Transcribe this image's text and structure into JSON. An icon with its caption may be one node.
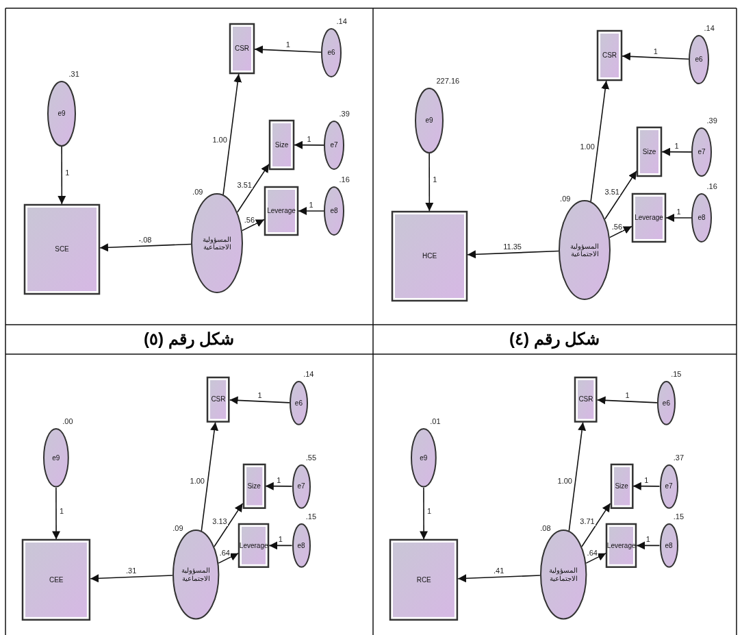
{
  "diagram": {
    "nodes": [
      {
        "text": [
          "CSR"
        ]
      },
      {
        "text": [
          "e6"
        ],
        "beside": [
          ".14"
        ]
      },
      {
        "text": [
          "e9"
        ],
        "beside": [
          "227.16"
        ]
      },
      {
        "text": [
          "Size"
        ]
      },
      {
        "text": [
          "e7"
        ],
        "beside": [
          ".39"
        ]
      },
      {
        "text": [
          "Leverage"
        ]
      },
      {
        "text": [
          "e8"
        ],
        "beside": [
          ".16"
        ]
      },
      {
        "text": [
          "HCE"
        ]
      },
      {
        "text": [
          "المسؤولية الاجتماعية"
        ],
        "beside": [
          ".09"
        ]
      },
      {
        "text": [
          "CSR"
        ]
      },
      {
        "text": [
          "e6"
        ],
        "beside": [
          ".14"
        ]
      },
      {
        "text": [
          "e9"
        ],
        "beside": [
          ".31"
        ]
      },
      {
        "text": [
          "Size"
        ]
      },
      {
        "text": [
          "e7"
        ],
        "beside": [
          ".39"
        ]
      },
      {
        "text": [
          "Leverage"
        ]
      },
      {
        "text": [
          "e8"
        ],
        "beside": [
          ".16"
        ]
      },
      {
        "text": [
          "SCE"
        ]
      },
      {
        "text": [
          "المسؤولية الاجتماعية"
        ],
        "beside": [
          ".09"
        ]
      },
      {
        "text": [
          "CSR"
        ]
      },
      {
        "text": [
          "e6"
        ],
        "beside": [
          ".15"
        ]
      },
      {
        "text": [
          "e9"
        ],
        "beside": [
          ".01"
        ]
      },
      {
        "text": [
          "Size"
        ]
      },
      {
        "text": [
          "e7"
        ],
        "beside": [
          ".37"
        ]
      },
      {
        "text": [
          "Leverage"
        ]
      },
      {
        "text": [
          "e8"
        ],
        "beside": [
          ".15"
        ]
      },
      {
        "text": [
          "RCE"
        ]
      },
      {
        "text": [
          "المسؤولية الاجتماعية"
        ],
        "beside": [
          ".08"
        ]
      },
      {
        "text": [
          "CSR"
        ]
      },
      {
        "text": [
          "e6"
        ],
        "beside": [
          ".14"
        ]
      },
      {
        "text": [
          "e9"
        ],
        "beside": [
          ".00"
        ]
      },
      {
        "text": [
          "Size"
        ]
      },
      {
        "text": [
          "e7"
        ],
        "beside": [
          ".55"
        ]
      },
      {
        "text": [
          "Leverage"
        ]
      },
      {
        "text": [
          "e8"
        ],
        "beside": [
          ".15"
        ]
      },
      {
        "text": [
          "CEE"
        ]
      },
      {
        "text": [
          "المسؤولية الاجتماعية"
        ],
        "beside": [
          ".09"
        ]
      }
    ],
    "edges": [
      {
        "from": 1,
        "to": 0,
        "arrow": "to",
        "label": "1"
      },
      {
        "from": 2,
        "to": 7,
        "arrow": "to",
        "label": "1"
      },
      {
        "from": 4,
        "to": 3,
        "arrow": "to",
        "label": "1"
      },
      {
        "from": 8,
        "to": 0,
        "arrow": "to",
        "label": "1.00"
      },
      {
        "from": 8,
        "to": 3,
        "arrow": "to",
        "label": "3.51"
      },
      {
        "from": 6,
        "to": 5,
        "arrow": "to",
        "label": "1"
      },
      {
        "from": 8,
        "to": 5,
        "arrow": "to",
        "label": ".56"
      },
      {
        "from": 8,
        "to": 7,
        "arrow": "to",
        "label": "11.35"
      },
      {
        "from": 10,
        "to": 9,
        "arrow": "to",
        "label": "1"
      },
      {
        "from": 11,
        "to": 16,
        "arrow": "to",
        "label": "1"
      },
      {
        "from": 13,
        "to": 12,
        "arrow": "to",
        "label": "1"
      },
      {
        "from": 17,
        "to": 9,
        "arrow": "to",
        "label": "1.00"
      },
      {
        "from": 17,
        "to": 12,
        "arrow": "to",
        "label": "3.51"
      },
      {
        "from": 15,
        "to": 14,
        "arrow": "to",
        "label": "1"
      },
      {
        "from": 17,
        "to": 14,
        "arrow": "to",
        "label": ".56"
      },
      {
        "from": 17,
        "to": 16,
        "arrow": "to",
        "label": "-.08"
      },
      {
        "from": 19,
        "to": 18,
        "arrow": "to",
        "label": "1"
      },
      {
        "from": 20,
        "to": 25,
        "arrow": "to",
        "label": "1"
      },
      {
        "from": 22,
        "to": 21,
        "arrow": "to",
        "label": "1"
      },
      {
        "from": 26,
        "to": 18,
        "arrow": "to",
        "label": "1.00"
      },
      {
        "from": 26,
        "to": 21,
        "arrow": "to",
        "label": "3.71"
      },
      {
        "from": 24,
        "to": 23,
        "arrow": "to",
        "label": "1"
      },
      {
        "from": 26,
        "to": 23,
        "arrow": "to",
        "label": ".64"
      },
      {
        "from": 26,
        "to": 25,
        "arrow": "to",
        "label": ".41"
      },
      {
        "from": 28,
        "to": 27,
        "arrow": "to",
        "label": "1"
      },
      {
        "from": 29,
        "to": 34,
        "arrow": "to",
        "label": "1"
      },
      {
        "from": 31,
        "to": 30,
        "arrow": "to",
        "label": "1"
      },
      {
        "from": 35,
        "to": 27,
        "arrow": "to",
        "label": "1.00"
      },
      {
        "from": 35,
        "to": 30,
        "arrow": "to",
        "label": "3.13"
      },
      {
        "from": 33,
        "to": 32,
        "arrow": "to",
        "label": "1"
      },
      {
        "from": 35,
        "to": 32,
        "arrow": "to",
        "label": ".64"
      },
      {
        "from": 35,
        "to": 34,
        "arrow": "to",
        "label": ".31"
      }
    ],
    "labels": [
      "شكل رقم (٤)",
      "شكل رقم (٥)"
    ]
  }
}
